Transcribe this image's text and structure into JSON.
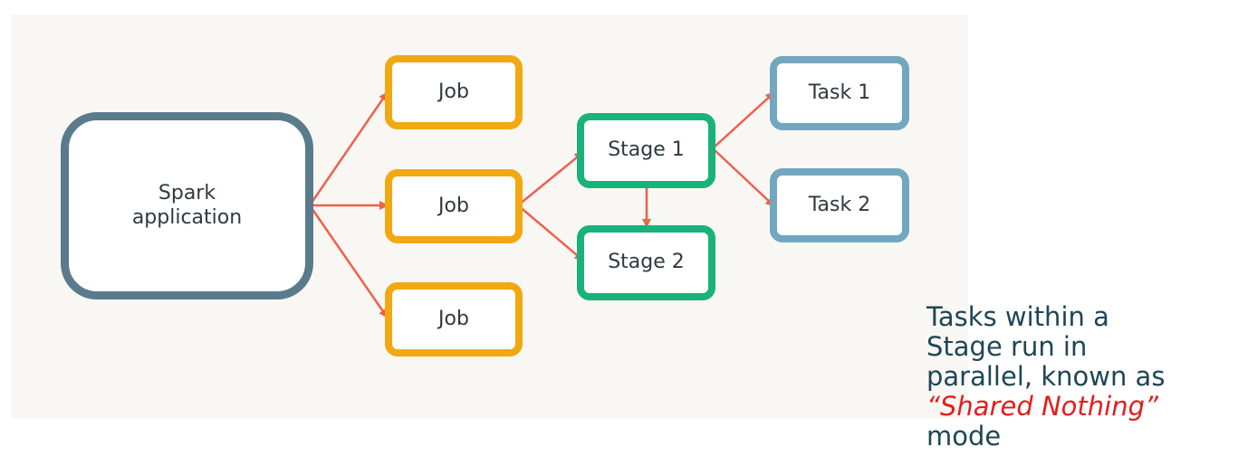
{
  "diagram": {
    "application": {
      "label": "Spark\napplication"
    },
    "jobs": [
      {
        "label": "Job"
      },
      {
        "label": "Job"
      },
      {
        "label": "Job"
      }
    ],
    "stages": [
      {
        "label": "Stage 1"
      },
      {
        "label": "Stage 2"
      }
    ],
    "tasks": [
      {
        "label": "Task 1"
      },
      {
        "label": "Task 2"
      }
    ]
  },
  "caption": {
    "line1": "Tasks within a",
    "line2": "Stage run in",
    "line3": "parallel, known as",
    "highlight": "“Shared Nothing”",
    "line4": "mode"
  },
  "colors": {
    "application": "#5a7b8b",
    "job": "#f2a811",
    "stage": "#18b27a",
    "task": "#73a6bf",
    "arrow": "#f0604a",
    "caption": "#1e4655",
    "highlight": "#e31d1d"
  }
}
